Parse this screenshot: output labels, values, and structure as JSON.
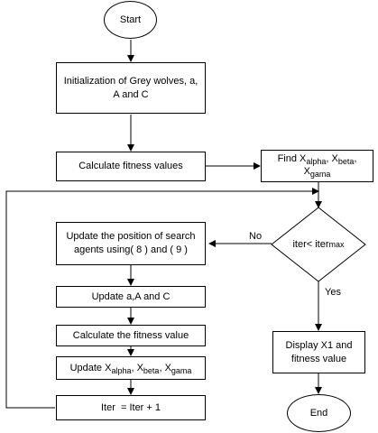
{
  "nodes": {
    "start": "Start",
    "init_line1": "Initialization of Grey wolves, a,",
    "init_line2": "A and C",
    "fitness": "Calculate fitness values",
    "find_prefix": "Find X",
    "find_sub_alpha": "alpha",
    "find_sep_1": ", X",
    "find_sub_beta": "beta",
    "find_sep_2": ",",
    "find_line2_prefix": "X",
    "find_sub_gama": "gama",
    "decision_prefix": "iter< iter",
    "decision_sub": "max",
    "update_pos_line1": "Update the position of search",
    "update_pos_line2": "agents using( 8 )  and   ( 9 )",
    "update_aac": "Update a,A and C",
    "calc_fitness_value": "Calculate the fitness value",
    "upd_prefix": "Update X",
    "upd_sub_alpha": "alpha",
    "upd_sep_1": ", X",
    "upd_sub_beta": "beta",
    "upd_sep_2": ", X",
    "upd_sub_gama": "gama",
    "iter_update": "Iter  = Iter + 1",
    "display_line1": "Display X1 and",
    "display_line2": "fitness value",
    "end": "End"
  },
  "edge_labels": {
    "no": "No",
    "yes": "Yes"
  }
}
